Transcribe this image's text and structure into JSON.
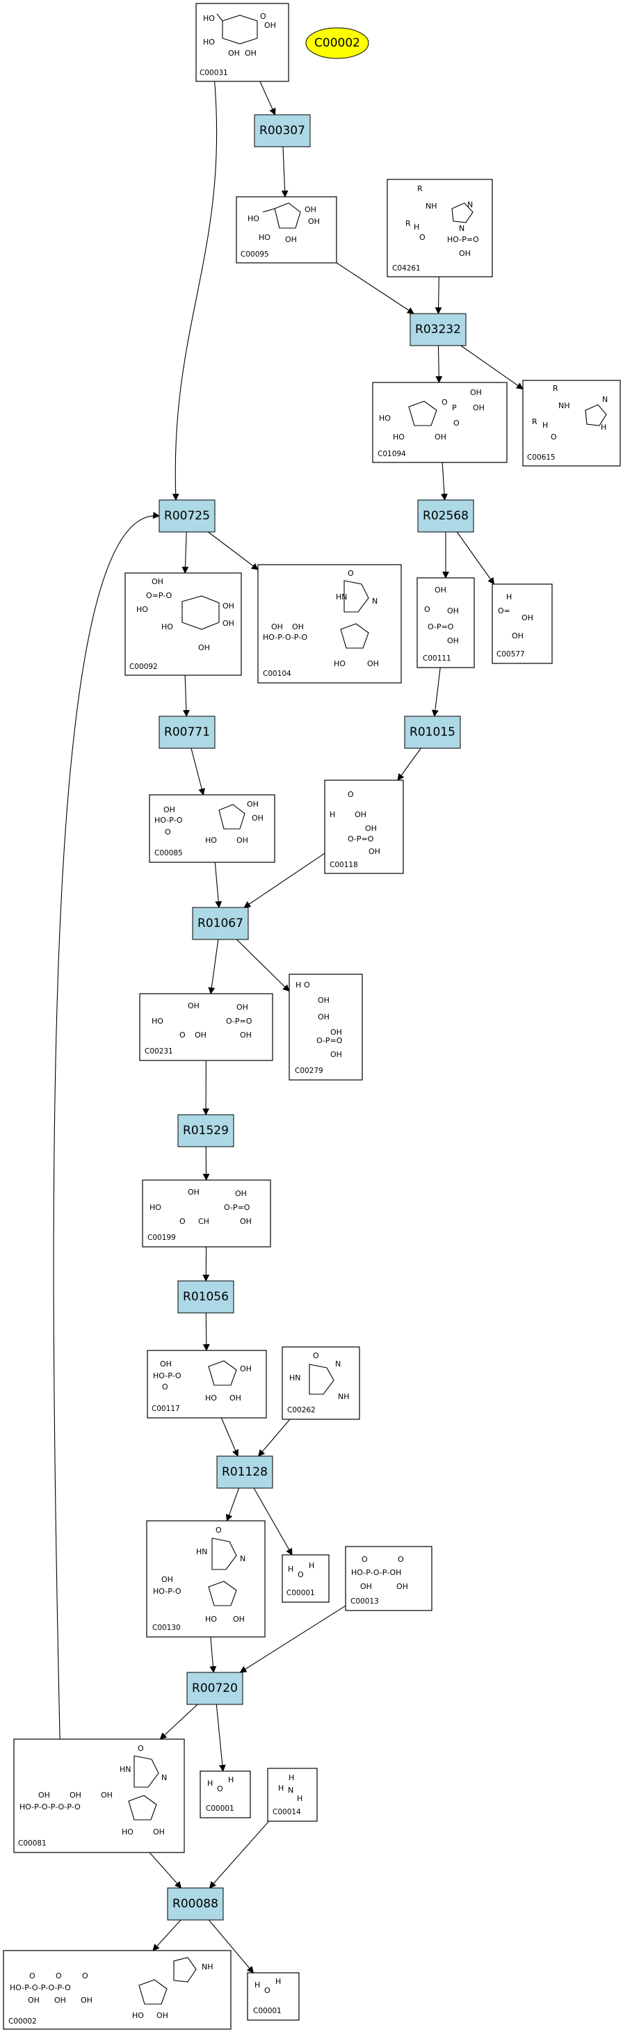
{
  "colors": {
    "reaction_fill": "#add8e6",
    "highlight_fill": "#ffff00",
    "edge": "#000000"
  },
  "highlight": {
    "label": "C00002"
  },
  "compounds": {
    "c00031": "C00031",
    "c00095": "C00095",
    "c04261": "C04261",
    "c01094": "C01094",
    "c00615": "C00615",
    "c00092": "C00092",
    "c00104": "C00104",
    "c00111": "C00111",
    "c00577": "C00577",
    "c00085": "C00085",
    "c00118": "C00118",
    "c00231": "C00231",
    "c00279": "C00279",
    "c00199": "C00199",
    "c00117": "C00117",
    "c00262": "C00262",
    "c00130": "C00130",
    "c00001a": "C00001",
    "c00013": "C00013",
    "c00081": "C00081",
    "c00001b": "C00001",
    "c00014": "C00014",
    "c00002": "C00002",
    "c00001c": "C00001"
  },
  "reactions": {
    "r00307": "R00307",
    "r03232": "R03232",
    "r00725": "R00725",
    "r02568": "R02568",
    "r00771": "R00771",
    "r01015": "R01015",
    "r01067": "R01067",
    "r01529": "R01529",
    "r01056": "R01056",
    "r01128": "R01128",
    "r00720": "R00720",
    "r00088": "R00088"
  },
  "edges": [
    [
      "c00031",
      "r00307"
    ],
    [
      "r00307",
      "c00095"
    ],
    [
      "c00095",
      "r03232"
    ],
    [
      "c04261",
      "r03232"
    ],
    [
      "r03232",
      "c01094"
    ],
    [
      "r03232",
      "c00615"
    ],
    [
      "c00031",
      "r00725"
    ],
    [
      "c01094",
      "r02568"
    ],
    [
      "r00725",
      "c00092"
    ],
    [
      "r00725",
      "c00104"
    ],
    [
      "r02568",
      "c00111"
    ],
    [
      "r02568",
      "c00577"
    ],
    [
      "c00092",
      "r00771"
    ],
    [
      "c00111",
      "r01015"
    ],
    [
      "r00771",
      "c00085"
    ],
    [
      "r01015",
      "c00118"
    ],
    [
      "c00085",
      "r01067"
    ],
    [
      "c00118",
      "r01067"
    ],
    [
      "r01067",
      "c00231"
    ],
    [
      "r01067",
      "c00279"
    ],
    [
      "c00231",
      "r01529"
    ],
    [
      "r01529",
      "c00199"
    ],
    [
      "c00199",
      "r01056"
    ],
    [
      "r01056",
      "c00117"
    ],
    [
      "c00117",
      "r01128"
    ],
    [
      "c00262",
      "r01128"
    ],
    [
      "r01128",
      "c00130"
    ],
    [
      "r01128",
      "c00001a"
    ],
    [
      "c00130",
      "r00720"
    ],
    [
      "c00013",
      "r00720"
    ],
    [
      "r00720",
      "c00081"
    ],
    [
      "r00720",
      "c00001b"
    ],
    [
      "c00081",
      "r00725"
    ],
    [
      "c00081",
      "r00088"
    ],
    [
      "c00014",
      "r00088"
    ],
    [
      "r00088",
      "c00002"
    ],
    [
      "r00088",
      "c00001c"
    ]
  ]
}
